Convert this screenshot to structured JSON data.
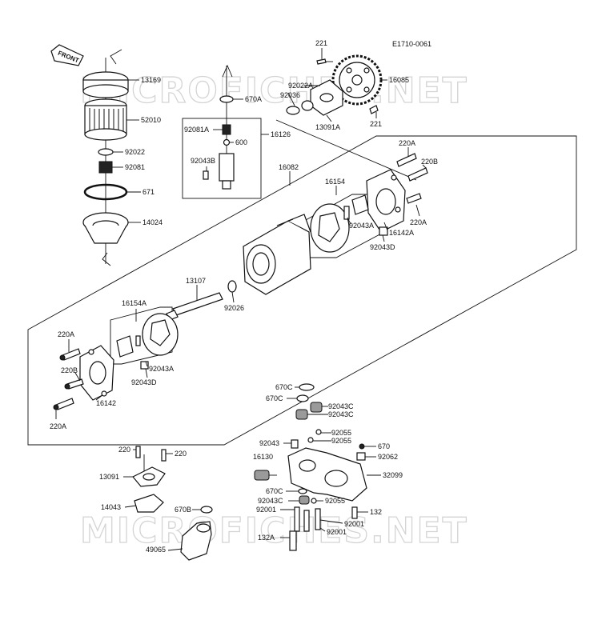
{
  "diagram_code": "E1710-0061",
  "front_label": "FRONT",
  "watermarks": [
    "MICROFICHES.NET",
    "MICROFICHES.NET"
  ],
  "part_labels": [
    {
      "id": "13169",
      "text": "13169"
    },
    {
      "id": "52010",
      "text": "52010"
    },
    {
      "id": "92022",
      "text": "92022"
    },
    {
      "id": "92081",
      "text": "92081"
    },
    {
      "id": "671",
      "text": "671"
    },
    {
      "id": "14024",
      "text": "14024"
    },
    {
      "id": "670A",
      "text": "670A"
    },
    {
      "id": "92081A",
      "text": "92081A"
    },
    {
      "id": "16126",
      "text": "16126"
    },
    {
      "id": "600",
      "text": "600"
    },
    {
      "id": "92043B",
      "text": "92043B"
    },
    {
      "id": "221-top",
      "text": "221"
    },
    {
      "id": "16085",
      "text": "16085"
    },
    {
      "id": "92022A",
      "text": "92022A"
    },
    {
      "id": "92036",
      "text": "92036"
    },
    {
      "id": "13091A",
      "text": "13091A"
    },
    {
      "id": "221-bottom",
      "text": "221"
    },
    {
      "id": "220A-top",
      "text": "220A"
    },
    {
      "id": "220B-top",
      "text": "220B"
    },
    {
      "id": "16082",
      "text": "16082"
    },
    {
      "id": "16154",
      "text": "16154"
    },
    {
      "id": "220A-right",
      "text": "220A"
    },
    {
      "id": "92043A-top",
      "text": "92043A"
    },
    {
      "id": "16142A",
      "text": "16142A"
    },
    {
      "id": "92043D-top",
      "text": "92043D"
    },
    {
      "id": "13107",
      "text": "13107"
    },
    {
      "id": "92026",
      "text": "92026"
    },
    {
      "id": "16154A",
      "text": "16154A"
    },
    {
      "id": "220A-left",
      "text": "220A"
    },
    {
      "id": "220B-left",
      "text": "220B"
    },
    {
      "id": "92043A-bottom",
      "text": "92043A"
    },
    {
      "id": "92043D-bottom",
      "text": "92043D"
    },
    {
      "id": "16142",
      "text": "16142"
    },
    {
      "id": "220A-bottom",
      "text": "220A"
    },
    {
      "id": "670C-1",
      "text": "670C"
    },
    {
      "id": "670C-2",
      "text": "670C"
    },
    {
      "id": "92043C-1",
      "text": "92043C"
    },
    {
      "id": "92043C-2",
      "text": "92043C"
    },
    {
      "id": "92055-1",
      "text": "92055"
    },
    {
      "id": "92043-lower",
      "text": "92043"
    },
    {
      "id": "92055-2",
      "text": "92055"
    },
    {
      "id": "670",
      "text": "670"
    },
    {
      "id": "16130",
      "text": "16130"
    },
    {
      "id": "92062",
      "text": "92062"
    },
    {
      "id": "32099",
      "text": "32099"
    },
    {
      "id": "670C-3",
      "text": "670C"
    },
    {
      "id": "92043C-3",
      "text": "92043C"
    },
    {
      "id": "92055-3",
      "text": "92055"
    },
    {
      "id": "92001-left",
      "text": "92001"
    },
    {
      "id": "132",
      "text": "132"
    },
    {
      "id": "92001-right1",
      "text": "92001"
    },
    {
      "id": "92001-right2",
      "text": "92001"
    },
    {
      "id": "132A",
      "text": "132A"
    },
    {
      "id": "220-left",
      "text": "220"
    },
    {
      "id": "220-right",
      "text": "220"
    },
    {
      "id": "13091",
      "text": "13091"
    },
    {
      "id": "14043",
      "text": "14043"
    },
    {
      "id": "670B",
      "text": "670B"
    },
    {
      "id": "49065",
      "text": "49065"
    }
  ]
}
